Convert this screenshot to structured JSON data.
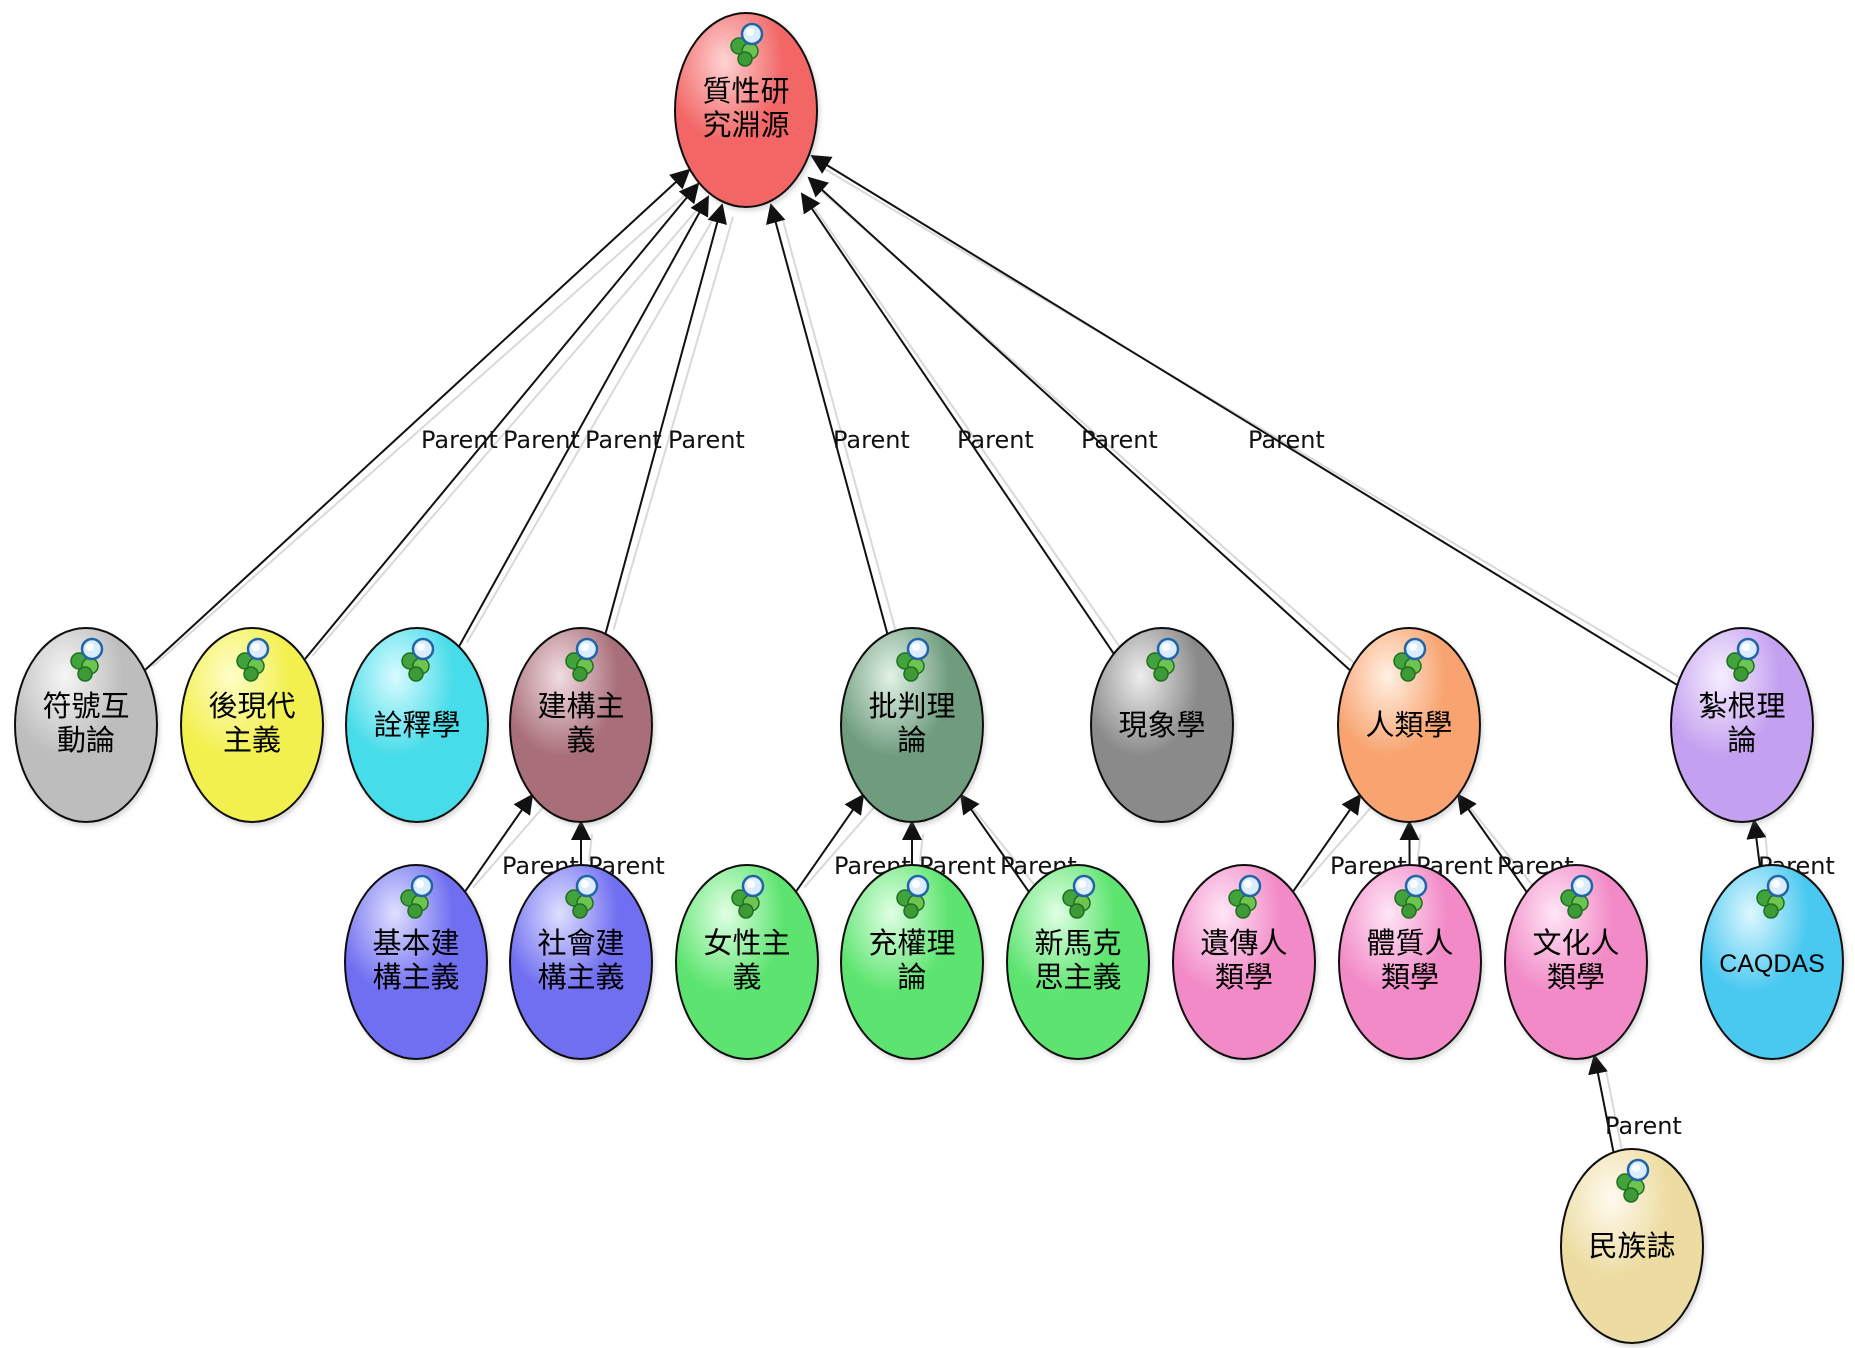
{
  "nodes": [
    {
      "id": "root",
      "lines": [
        "質性研",
        "究淵源"
      ],
      "color": "#f26666",
      "light": "#ffd3d3"
    },
    {
      "id": "symbolic",
      "lines": [
        "符號互",
        "動論"
      ],
      "color": "#bdbdbd",
      "light": "#f6f6f6"
    },
    {
      "id": "postmodern",
      "lines": [
        "後現代",
        "主義"
      ],
      "color": "#f2f04f",
      "light": "#fffec8"
    },
    {
      "id": "hermeneutics",
      "lines": [
        "詮釋學"
      ],
      "color": "#47dce9",
      "light": "#d8fbff"
    },
    {
      "id": "constructivism",
      "lines": [
        "建構主",
        "義"
      ],
      "color": "#a86e79",
      "light": "#f1dde1"
    },
    {
      "id": "critical",
      "lines": [
        "批判理",
        "論"
      ],
      "color": "#6f9c7e",
      "light": "#e2f2e6"
    },
    {
      "id": "phenomenology",
      "lines": [
        "現象學"
      ],
      "color": "#8a8a8a",
      "light": "#ededed"
    },
    {
      "id": "anthropology",
      "lines": [
        "人類學"
      ],
      "color": "#f8a36f",
      "light": "#fff0e3"
    },
    {
      "id": "grounded",
      "lines": [
        "紮根理",
        "論"
      ],
      "color": "#c4a1f0",
      "light": "#f6eeff"
    },
    {
      "id": "basic-constructivism",
      "lines": [
        "基本建",
        "構主義"
      ],
      "color": "#6f6ef1",
      "light": "#dfdfff"
    },
    {
      "id": "social-constructivism",
      "lines": [
        "社會建",
        "構主義"
      ],
      "color": "#6f6ef1",
      "light": "#dfdfff"
    },
    {
      "id": "feminism",
      "lines": [
        "女性主",
        "義"
      ],
      "color": "#5de46f",
      "light": "#e0ffe4"
    },
    {
      "id": "empowerment",
      "lines": [
        "充權理",
        "論"
      ],
      "color": "#5de46f",
      "light": "#e0ffe4"
    },
    {
      "id": "neo-marxism",
      "lines": [
        "新馬克",
        "思主義"
      ],
      "color": "#5de46f",
      "light": "#e0ffe4"
    },
    {
      "id": "genetic-anthropology",
      "lines": [
        "遺傳人",
        "類學"
      ],
      "color": "#f28ac7",
      "light": "#ffe6f5"
    },
    {
      "id": "physical-anthropology",
      "lines": [
        "體質人",
        "類學"
      ],
      "color": "#f28ac7",
      "light": "#ffe6f5"
    },
    {
      "id": "cultural-anthropology",
      "lines": [
        "文化人",
        "類學"
      ],
      "color": "#f28ac7",
      "light": "#ffe6f5"
    },
    {
      "id": "caqdas",
      "lines": [
        "CAQDAS"
      ],
      "color": "#49c8f0",
      "light": "#ddf7ff"
    },
    {
      "id": "ethnography",
      "lines": [
        "民族誌"
      ],
      "color": "#ecdca1",
      "light": "#fffaf0"
    }
  ],
  "edges": [
    {
      "from": "symbolic",
      "to": "root",
      "label": "Parent"
    },
    {
      "from": "postmodern",
      "to": "root",
      "label": "Parent"
    },
    {
      "from": "hermeneutics",
      "to": "root",
      "label": "Parent"
    },
    {
      "from": "constructivism",
      "to": "root",
      "label": "Parent"
    },
    {
      "from": "critical",
      "to": "root",
      "label": "Parent"
    },
    {
      "from": "phenomenology",
      "to": "root",
      "label": "Parent"
    },
    {
      "from": "anthropology",
      "to": "root",
      "label": "Parent"
    },
    {
      "from": "grounded",
      "to": "root",
      "label": "Parent"
    },
    {
      "from": "basic-constructivism",
      "to": "constructivism",
      "label": "Parent"
    },
    {
      "from": "social-constructivism",
      "to": "constructivism",
      "label": "Parent"
    },
    {
      "from": "feminism",
      "to": "critical",
      "label": "Parent"
    },
    {
      "from": "empowerment",
      "to": "critical",
      "label": "Parent"
    },
    {
      "from": "neo-marxism",
      "to": "critical",
      "label": "Parent"
    },
    {
      "from": "genetic-anthropology",
      "to": "anthropology",
      "label": "Parent"
    },
    {
      "from": "physical-anthropology",
      "to": "anthropology",
      "label": "Parent"
    },
    {
      "from": "cultural-anthropology",
      "to": "anthropology",
      "label": "Parent"
    },
    {
      "from": "caqdas",
      "to": "grounded",
      "label": "Parent"
    },
    {
      "from": "ethnography",
      "to": "cultural-anthropology",
      "label": "Parent"
    }
  ],
  "icon": "code-node-icon"
}
